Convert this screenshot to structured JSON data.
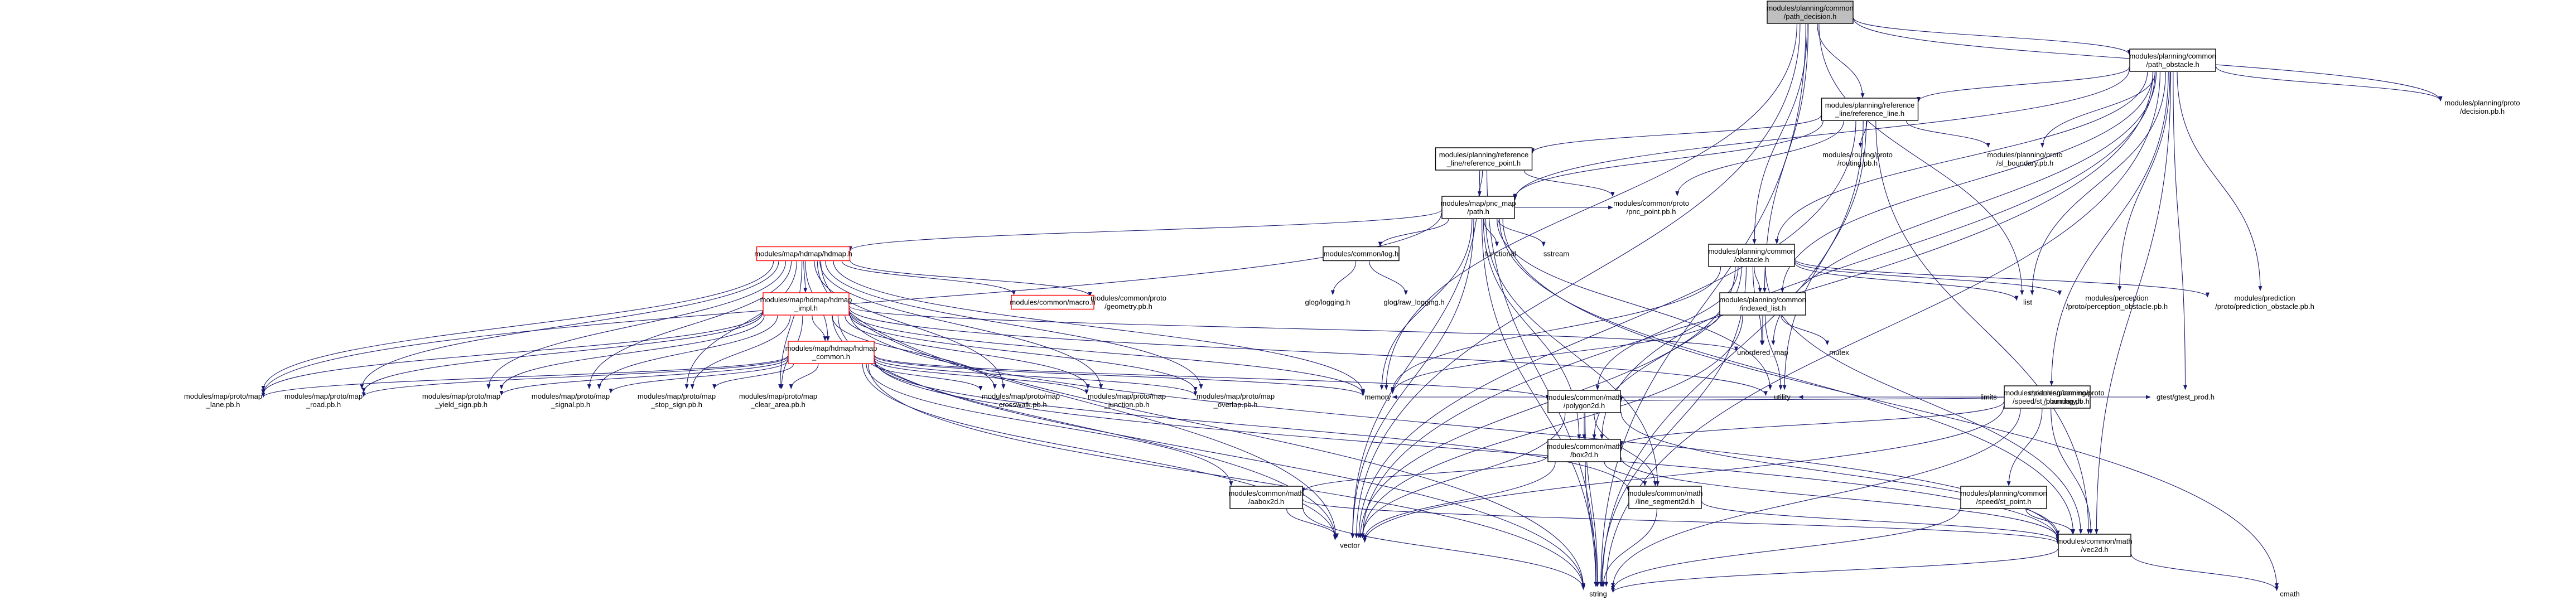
{
  "graph": {
    "title": "",
    "colors": {
      "edge": "#191970",
      "node_border": "#000000",
      "node_border_red": "#ff0000",
      "root_fill": "#bfbfbf",
      "node_fill": "#ffffff",
      "red_text": "#ff0000"
    },
    "nodes": [
      {
        "id": "root",
        "lines": [
          "modules/planning/common",
          "/path_decision.h"
        ],
        "style": "root"
      },
      {
        "id": "path_obstacle",
        "lines": [
          "modules/planning/common",
          "/path_obstacle.h"
        ],
        "style": "box"
      },
      {
        "id": "decision_pb",
        "lines": [
          "modules/planning/proto",
          "/decision.pb.h"
        ],
        "style": "plain"
      },
      {
        "id": "reference_line",
        "lines": [
          "modules/planning/reference",
          "_line/reference_line.h"
        ],
        "style": "box"
      },
      {
        "id": "routing_pb",
        "lines": [
          "modules/routing/proto",
          "/routing.pb.h"
        ],
        "style": "plain"
      },
      {
        "id": "sl_boundary_pb",
        "lines": [
          "modules/planning/proto",
          "/sl_boundary.pb.h"
        ],
        "style": "plain"
      },
      {
        "id": "reference_point",
        "lines": [
          "modules/planning/reference",
          "_line/reference_point.h"
        ],
        "style": "box"
      },
      {
        "id": "pnc_point_pb",
        "lines": [
          "modules/common/proto",
          "/pnc_point.pb.h"
        ],
        "style": "plain"
      },
      {
        "id": "pnc_path",
        "lines": [
          "modules/map/pnc_map",
          "/path.h"
        ],
        "style": "box"
      },
      {
        "id": "hdmap",
        "lines": [
          "modules/map/hdmap/hdmap.h"
        ],
        "style": "red"
      },
      {
        "id": "log",
        "lines": [
          "modules/common/log.h"
        ],
        "style": "box"
      },
      {
        "id": "functional",
        "lines": [
          "functional"
        ],
        "style": "plain"
      },
      {
        "id": "sstream",
        "lines": [
          "sstream"
        ],
        "style": "plain"
      },
      {
        "id": "obstacle",
        "lines": [
          "modules/planning/common",
          "/obstacle.h"
        ],
        "style": "box"
      },
      {
        "id": "list",
        "lines": [
          "list"
        ],
        "style": "plain"
      },
      {
        "id": "perception_obstacle_pb",
        "lines": [
          "modules/perception",
          "/proto/perception_obstacle.pb.h"
        ],
        "style": "plain"
      },
      {
        "id": "prediction_obstacle_pb",
        "lines": [
          "modules/prediction",
          "/proto/prediction_obstacle.pb.h"
        ],
        "style": "plain"
      },
      {
        "id": "macro",
        "lines": [
          "modules/common/macro.h"
        ],
        "style": "red"
      },
      {
        "id": "geometry_pb",
        "lines": [
          "modules/common/proto",
          "/geometry.pb.h"
        ],
        "style": "plain"
      },
      {
        "id": "glog_logging",
        "lines": [
          "glog/logging.h"
        ],
        "style": "plain"
      },
      {
        "id": "glog_raw_logging",
        "lines": [
          "glog/raw_logging.h"
        ],
        "style": "plain"
      },
      {
        "id": "hdmap_impl",
        "lines": [
          "modules/map/hdmap/hdmap",
          "_impl.h"
        ],
        "style": "red"
      },
      {
        "id": "indexed_list",
        "lines": [
          "modules/planning/common",
          "/indexed_list.h"
        ],
        "style": "box"
      },
      {
        "id": "unordered_map",
        "lines": [
          "unordered_map"
        ],
        "style": "plain"
      },
      {
        "id": "mutex",
        "lines": [
          "mutex"
        ],
        "style": "plain"
      },
      {
        "id": "hdmap_common",
        "lines": [
          "modules/map/hdmap/hdmap",
          "_common.h"
        ],
        "style": "red"
      },
      {
        "id": "speed_boundary",
        "lines": [
          "modules/planning/common",
          "/speed/st_boundary.h"
        ],
        "style": "box"
      },
      {
        "id": "lane_pb",
        "lines": [
          "modules/map/proto/map",
          "_lane.pb.h"
        ],
        "style": "plain"
      },
      {
        "id": "road_pb",
        "lines": [
          "modules/map/proto/map",
          "_road.pb.h"
        ],
        "style": "plain"
      },
      {
        "id": "yield_sign_pb",
        "lines": [
          "modules/map/proto/map",
          "_yield_sign.pb.h"
        ],
        "style": "plain"
      },
      {
        "id": "signal_pb",
        "lines": [
          "modules/map/proto/map",
          "_signal.pb.h"
        ],
        "style": "plain"
      },
      {
        "id": "stop_sign_pb",
        "lines": [
          "modules/map/proto/map",
          "_stop_sign.pb.h"
        ],
        "style": "plain"
      },
      {
        "id": "clear_area_pb",
        "lines": [
          "modules/map/proto/map",
          "_clear_area.pb.h"
        ],
        "style": "plain"
      },
      {
        "id": "crosswalk_pb",
        "lines": [
          "modules/map/proto/map",
          "_crosswalk.pb.h"
        ],
        "style": "plain"
      },
      {
        "id": "junction_pb",
        "lines": [
          "modules/map/proto/map",
          "_junction.pb.h"
        ],
        "style": "plain"
      },
      {
        "id": "overlap_pb",
        "lines": [
          "modules/map/proto/map",
          "_overlap.pb.h"
        ],
        "style": "plain"
      },
      {
        "id": "memory",
        "lines": [
          "memory"
        ],
        "style": "plain"
      },
      {
        "id": "polygon2d",
        "lines": [
          "modules/common/math",
          "/polygon2d.h"
        ],
        "style": "box"
      },
      {
        "id": "utility",
        "lines": [
          "utility"
        ],
        "style": "plain"
      },
      {
        "id": "limits",
        "lines": [
          "limits"
        ],
        "style": "plain"
      },
      {
        "id": "planning_pb",
        "lines": [
          "modules/planning/proto",
          "/planning.pb.h"
        ],
        "style": "plain"
      },
      {
        "id": "gtest_prod",
        "lines": [
          "gtest/gtest_prod.h"
        ],
        "style": "plain"
      },
      {
        "id": "box2d",
        "lines": [
          "modules/common/math",
          "/box2d.h"
        ],
        "style": "box"
      },
      {
        "id": "aabox2d",
        "lines": [
          "modules/common/math",
          "/aabox2d.h"
        ],
        "style": "box"
      },
      {
        "id": "line_segment2d",
        "lines": [
          "modules/common/math",
          "/line_segment2d.h"
        ],
        "style": "box"
      },
      {
        "id": "st_point",
        "lines": [
          "modules/planning/common",
          "/speed/st_point.h"
        ],
        "style": "box"
      },
      {
        "id": "vector",
        "lines": [
          "vector"
        ],
        "style": "plain"
      },
      {
        "id": "vec2d",
        "lines": [
          "modules/common/math",
          "/vec2d.h"
        ],
        "style": "box"
      },
      {
        "id": "string",
        "lines": [
          "string"
        ],
        "style": "plain"
      },
      {
        "id": "cmath",
        "lines": [
          "cmath"
        ],
        "style": "plain"
      }
    ],
    "edges": [
      [
        "root",
        "path_obstacle"
      ],
      [
        "root",
        "decision_pb"
      ],
      [
        "root",
        "obstacle"
      ],
      [
        "root",
        "indexed_list"
      ],
      [
        "root",
        "list"
      ],
      [
        "root",
        "memory"
      ],
      [
        "root",
        "vector"
      ],
      [
        "root",
        "string"
      ],
      [
        "root",
        "reference_line"
      ],
      [
        "path_obstacle",
        "decision_pb"
      ],
      [
        "path_obstacle",
        "reference_line"
      ],
      [
        "path_obstacle",
        "sl_boundary_pb"
      ],
      [
        "path_obstacle",
        "obstacle"
      ],
      [
        "path_obstacle",
        "indexed_list"
      ],
      [
        "path_obstacle",
        "speed_boundary"
      ],
      [
        "path_obstacle",
        "box2d"
      ],
      [
        "path_obstacle",
        "vec2d"
      ],
      [
        "path_obstacle",
        "perception_obstacle_pb"
      ],
      [
        "path_obstacle",
        "prediction_obstacle_pb"
      ],
      [
        "path_obstacle",
        "list"
      ],
      [
        "path_obstacle",
        "gtest_prod"
      ],
      [
        "path_obstacle",
        "unordered_map"
      ],
      [
        "path_obstacle",
        "string"
      ],
      [
        "path_obstacle",
        "vector"
      ],
      [
        "path_obstacle",
        "pnc_path"
      ],
      [
        "reference_line",
        "routing_pb"
      ],
      [
        "reference_line",
        "sl_boundary_pb"
      ],
      [
        "reference_line",
        "reference_point"
      ],
      [
        "reference_line",
        "pnc_point_pb"
      ],
      [
        "reference_line",
        "pnc_path"
      ],
      [
        "reference_line",
        "vec2d"
      ],
      [
        "reference_line",
        "utility"
      ],
      [
        "reference_line",
        "string"
      ],
      [
        "reference_line",
        "vector"
      ],
      [
        "reference_point",
        "pnc_point_pb"
      ],
      [
        "reference_point",
        "pnc_path"
      ],
      [
        "reference_point",
        "string"
      ],
      [
        "reference_point",
        "vector"
      ],
      [
        "pnc_path",
        "hdmap"
      ],
      [
        "pnc_path",
        "log"
      ],
      [
        "pnc_path",
        "functional"
      ],
      [
        "pnc_path",
        "sstream"
      ],
      [
        "pnc_path",
        "box2d"
      ],
      [
        "pnc_path",
        "line_segment2d"
      ],
      [
        "pnc_path",
        "vec2d"
      ],
      [
        "pnc_path",
        "utility"
      ],
      [
        "pnc_path",
        "memory"
      ],
      [
        "pnc_path",
        "string"
      ],
      [
        "pnc_path",
        "vector"
      ],
      [
        "pnc_path",
        "pnc_point_pb"
      ],
      [
        "pnc_path",
        "lane_pb"
      ],
      [
        "pnc_path",
        "cmath"
      ],
      [
        "hdmap",
        "macro"
      ],
      [
        "hdmap",
        "geometry_pb"
      ],
      [
        "hdmap",
        "hdmap_impl"
      ],
      [
        "hdmap",
        "hdmap_common"
      ],
      [
        "hdmap",
        "lane_pb"
      ],
      [
        "hdmap",
        "road_pb"
      ],
      [
        "hdmap",
        "yield_sign_pb"
      ],
      [
        "hdmap",
        "signal_pb"
      ],
      [
        "hdmap",
        "stop_sign_pb"
      ],
      [
        "hdmap",
        "clear_area_pb"
      ],
      [
        "hdmap",
        "crosswalk_pb"
      ],
      [
        "hdmap",
        "junction_pb"
      ],
      [
        "hdmap",
        "overlap_pb"
      ],
      [
        "hdmap",
        "memory"
      ],
      [
        "hdmap",
        "string"
      ],
      [
        "hdmap",
        "vector"
      ],
      [
        "log",
        "glog_logging"
      ],
      [
        "log",
        "glog_raw_logging"
      ],
      [
        "obstacle",
        "list"
      ],
      [
        "obstacle",
        "perception_obstacle_pb"
      ],
      [
        "obstacle",
        "prediction_obstacle_pb"
      ],
      [
        "obstacle",
        "indexed_list"
      ],
      [
        "obstacle",
        "polygon2d"
      ],
      [
        "obstacle",
        "box2d"
      ],
      [
        "obstacle",
        "vec2d"
      ],
      [
        "obstacle",
        "memory"
      ],
      [
        "obstacle",
        "string"
      ],
      [
        "obstacle",
        "vector"
      ],
      [
        "obstacle",
        "unordered_map"
      ],
      [
        "hdmap_impl",
        "hdmap_common"
      ],
      [
        "hdmap_impl",
        "lane_pb"
      ],
      [
        "hdmap_impl",
        "road_pb"
      ],
      [
        "hdmap_impl",
        "yield_sign_pb"
      ],
      [
        "hdmap_impl",
        "signal_pb"
      ],
      [
        "hdmap_impl",
        "stop_sign_pb"
      ],
      [
        "hdmap_impl",
        "clear_area_pb"
      ],
      [
        "hdmap_impl",
        "crosswalk_pb"
      ],
      [
        "hdmap_impl",
        "junction_pb"
      ],
      [
        "hdmap_impl",
        "overlap_pb"
      ],
      [
        "hdmap_impl",
        "unordered_map"
      ],
      [
        "hdmap_impl",
        "utility"
      ],
      [
        "hdmap_impl",
        "memory"
      ],
      [
        "hdmap_impl",
        "string"
      ],
      [
        "hdmap_impl",
        "vector"
      ],
      [
        "hdmap_impl",
        "vec2d"
      ],
      [
        "indexed_list",
        "unordered_map"
      ],
      [
        "indexed_list",
        "mutex"
      ],
      [
        "indexed_list",
        "utility"
      ],
      [
        "indexed_list",
        "vector"
      ],
      [
        "indexed_list",
        "memory"
      ],
      [
        "hdmap_common",
        "lane_pb"
      ],
      [
        "hdmap_common",
        "road_pb"
      ],
      [
        "hdmap_common",
        "yield_sign_pb"
      ],
      [
        "hdmap_common",
        "signal_pb"
      ],
      [
        "hdmap_common",
        "stop_sign_pb"
      ],
      [
        "hdmap_common",
        "clear_area_pb"
      ],
      [
        "hdmap_common",
        "crosswalk_pb"
      ],
      [
        "hdmap_common",
        "junction_pb"
      ],
      [
        "hdmap_common",
        "overlap_pb"
      ],
      [
        "hdmap_common",
        "memory"
      ],
      [
        "hdmap_common",
        "polygon2d"
      ],
      [
        "hdmap_common",
        "aabox2d"
      ],
      [
        "hdmap_common",
        "line_segment2d"
      ],
      [
        "hdmap_common",
        "vec2d"
      ],
      [
        "hdmap_common",
        "string"
      ],
      [
        "hdmap_common",
        "vector"
      ],
      [
        "speed_boundary",
        "limits"
      ],
      [
        "speed_boundary",
        "planning_pb"
      ],
      [
        "speed_boundary",
        "gtest_prod"
      ],
      [
        "speed_boundary",
        "utility"
      ],
      [
        "speed_boundary",
        "memory"
      ],
      [
        "speed_boundary",
        "polygon2d"
      ],
      [
        "speed_boundary",
        "box2d"
      ],
      [
        "speed_boundary",
        "vec2d"
      ],
      [
        "speed_boundary",
        "st_point"
      ],
      [
        "speed_boundary",
        "string"
      ],
      [
        "speed_boundary",
        "vector"
      ],
      [
        "polygon2d",
        "box2d"
      ],
      [
        "polygon2d",
        "line_segment2d"
      ],
      [
        "polygon2d",
        "vec2d"
      ],
      [
        "polygon2d",
        "vector"
      ],
      [
        "polygon2d",
        "string"
      ],
      [
        "box2d",
        "aabox2d"
      ],
      [
        "box2d",
        "line_segment2d"
      ],
      [
        "box2d",
        "vec2d"
      ],
      [
        "box2d",
        "vector"
      ],
      [
        "box2d",
        "string"
      ],
      [
        "aabox2d",
        "vec2d"
      ],
      [
        "aabox2d",
        "string"
      ],
      [
        "aabox2d",
        "vector"
      ],
      [
        "line_segment2d",
        "vec2d"
      ],
      [
        "line_segment2d",
        "string"
      ],
      [
        "st_point",
        "vec2d"
      ],
      [
        "st_point",
        "string"
      ],
      [
        "vec2d",
        "cmath"
      ],
      [
        "vec2d",
        "string"
      ]
    ]
  }
}
